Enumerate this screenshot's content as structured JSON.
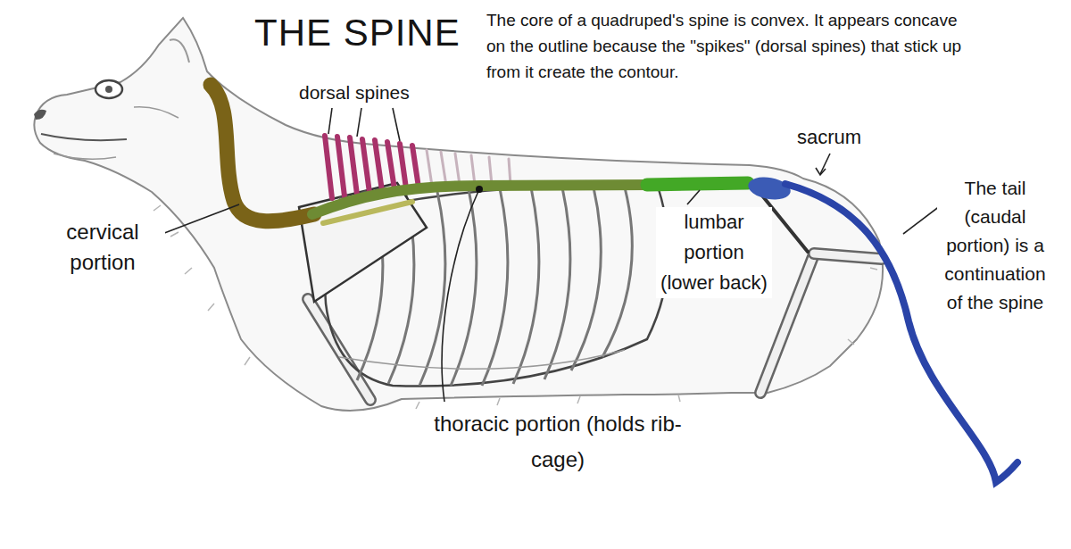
{
  "diagram": {
    "title": "THE SPINE",
    "labels": [
      "The core of a quadruped's spine is convex. It appears concave on the outline because the \"spikes\" (dorsal spines) that stick up from it create the contour.",
      "dorsal spines",
      "sacrum",
      "cervical portion",
      "The tail (caudal portion) is a continuation of the spine",
      "lumbar portion (lower back)",
      "thoracic portion (holds rib-cage)"
    ]
  }
}
